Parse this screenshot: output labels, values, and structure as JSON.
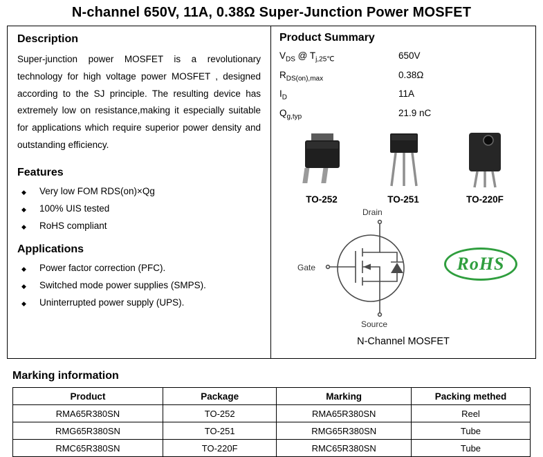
{
  "page": {
    "title": "N-channel 650V, 11A, 0.38Ω Super-Junction Power MOSFET"
  },
  "ui": {
    "bullet": "◆"
  },
  "description": {
    "heading": "Description",
    "body": "Super-junction power MOSFET is a revolutionary technology for high voltage power MOSFET , designed according to the SJ principle. The resulting device has extremely low on resistance,making it especially suitable for applications which require superior power density and outstanding efficiency."
  },
  "features": {
    "heading": "Features",
    "items": [
      "Very low FOM RDS(on)×Qg",
      "100% UIS tested",
      "RoHS compliant"
    ]
  },
  "applications": {
    "heading": "Applications",
    "items": [
      "Power factor correction (PFC).",
      "Switched mode power supplies (SMPS).",
      "Uninterrupted power supply (UPS)."
    ]
  },
  "summary": {
    "heading": "Product Summary",
    "rows": [
      {
        "sym": "V",
        "sub": "DS",
        "mid": " @ T",
        "sub2": "j,25℃",
        "value": "650V"
      },
      {
        "sym": "R",
        "sub": "DS(on),max",
        "value": "0.38Ω"
      },
      {
        "sym": "I",
        "sub": "D",
        "value": "11A"
      },
      {
        "sym": "Q",
        "sub": "g,typ",
        "value": "21.9 nC"
      }
    ],
    "packages": [
      "TO-252",
      "TO-251",
      "TO-220F"
    ],
    "symbol_labels": {
      "drain": "Drain",
      "gate": "Gate",
      "source": "Source"
    },
    "rohs": "RoHS",
    "caption": "N-Channel MOSFET"
  },
  "marking": {
    "heading": "Marking information",
    "columns": [
      "Product",
      "Package",
      "Marking",
      "Packing methed"
    ],
    "rows": [
      [
        "RMA65R380SN",
        "TO-252",
        "RMA65R380SN",
        "Reel"
      ],
      [
        "RMG65R380SN",
        "TO-251",
        "RMG65R380SN",
        "Tube"
      ],
      [
        "RMC65R380SN",
        "TO-220F",
        "RMC65R380SN",
        "Tube"
      ]
    ]
  },
  "colors": {
    "rohs_green": "#2f9e3e",
    "border": "#000000"
  }
}
